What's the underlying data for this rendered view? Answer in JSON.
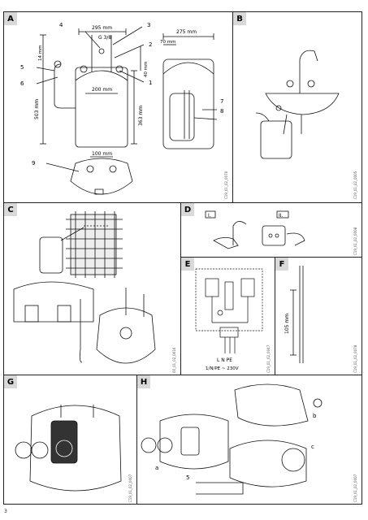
{
  "page_number": "3",
  "panels": {
    "A": {
      "letter": "A",
      "code": "C19_01_02_0070"
    },
    "B": {
      "letter": "B",
      "code": "C19_01_02_0005"
    },
    "C": {
      "letter": "C",
      "code": "00_01_02_0016"
    },
    "D": {
      "letter": "D",
      "code": "C19_01_02_0008",
      "step1": "I.",
      "step2": "II."
    },
    "E": {
      "letter": "E",
      "code": "C19_01_02_0047"
    },
    "F": {
      "letter": "F",
      "code": "C19_01_02_0078"
    },
    "G": {
      "letter": "G",
      "code": "C19_01_02_0007"
    },
    "H": {
      "letter": "H",
      "code": "C19_01_02_0007"
    }
  },
  "dims_A": {
    "width_top": "295 mm",
    "thread": "G 3/8",
    "depth": "275 mm",
    "depth_top": "70 mm",
    "h14": "14 mm",
    "h40": "40 mm",
    "h503": "503 mm",
    "h363": "363 mm",
    "w200": "200 mm",
    "w100": "100 mm"
  },
  "callouts_A": [
    "1",
    "2",
    "3",
    "4",
    "5",
    "6",
    "7",
    "8",
    "9"
  ],
  "wiring_E": {
    "terminals": "L  N  PE",
    "supply": "1/N/PE ~ 230V"
  },
  "dim_F": "105 mm",
  "labels_H": {
    "a": "a",
    "b": "b",
    "c": "c",
    "five": "5"
  }
}
